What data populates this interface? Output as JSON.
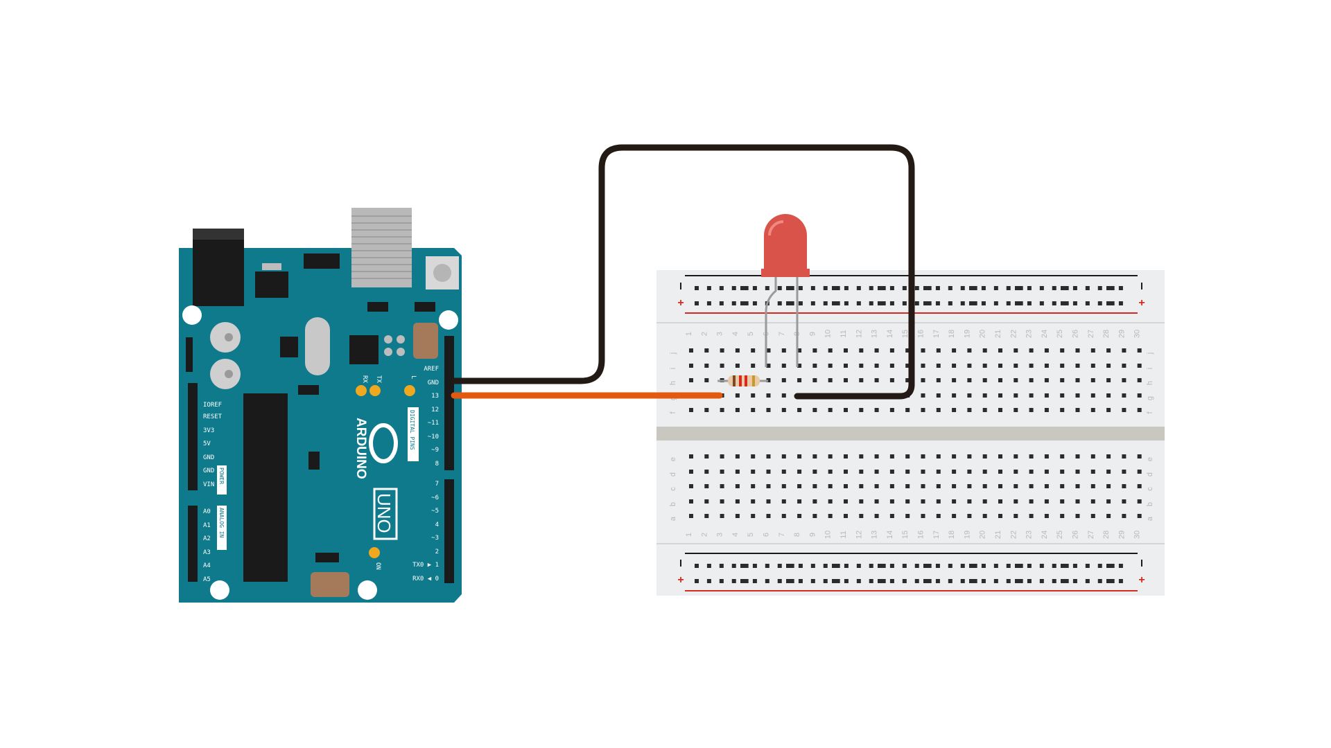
{
  "colors": {
    "background": "#ffffff",
    "board": "#0e7a8c",
    "board_dark": "#0a6473",
    "header": "#1a1a1a",
    "breadboard": "#edeef0",
    "breadboard_gap": "#c9c8c0",
    "hole": "#2b2b2b",
    "rail_red": "#d52b1e",
    "rail_black": "#1a1a1a",
    "led": "#d9534a",
    "led_highlight": "#f08a80",
    "wire_black": "#231a16",
    "wire_orange": "#e35910",
    "resistor_body": "#e9c9a8",
    "led_yellow": "#f0a81e"
  },
  "arduino": {
    "brand": "ARDUINO",
    "model": "UNO",
    "digital_header": "DIGITAL PINS",
    "power_header": "POWER",
    "analog_header": "ANALOG IN",
    "led_rx": "RX",
    "led_tx": "TX",
    "led_l": "L",
    "led_on": "ON",
    "left_labels": {
      "ioref": "IOREF",
      "reset": "RESET",
      "v33": "3V3",
      "v5": "5V",
      "gnd1": "GND",
      "gnd2": "GND",
      "vin": "VIN",
      "a0": "A0",
      "a1": "A1",
      "a2": "A2",
      "a3": "A3",
      "a4": "A4",
      "a5": "A5"
    },
    "right_labels": {
      "aref": "AREF",
      "gnd": "GND",
      "p13": "13",
      "p12": "12",
      "p11": "~11",
      "p10": "~10",
      "p9": "~9",
      "p8": "8",
      "p7": "7",
      "p6": "~6",
      "p5": "~5",
      "p4": "4",
      "p3": "~3",
      "p2": "2",
      "p1": "TX0 ▶ 1",
      "p0": "RX0 ◀ 0"
    }
  },
  "breadboard": {
    "columns": [
      "1",
      "2",
      "3",
      "4",
      "5",
      "6",
      "7",
      "8",
      "9",
      "10",
      "11",
      "12",
      "13",
      "14",
      "15",
      "16",
      "17",
      "18",
      "19",
      "20",
      "21",
      "22",
      "23",
      "24",
      "25",
      "26",
      "27",
      "28",
      "29",
      "30"
    ],
    "top_rows": [
      "j",
      "i",
      "h",
      "g",
      "f"
    ],
    "bottom_rows": [
      "e",
      "d",
      "c",
      "b",
      "a"
    ],
    "rail_plus": "+",
    "rail_minus": "-"
  },
  "wiring": {
    "description_none": ""
  }
}
